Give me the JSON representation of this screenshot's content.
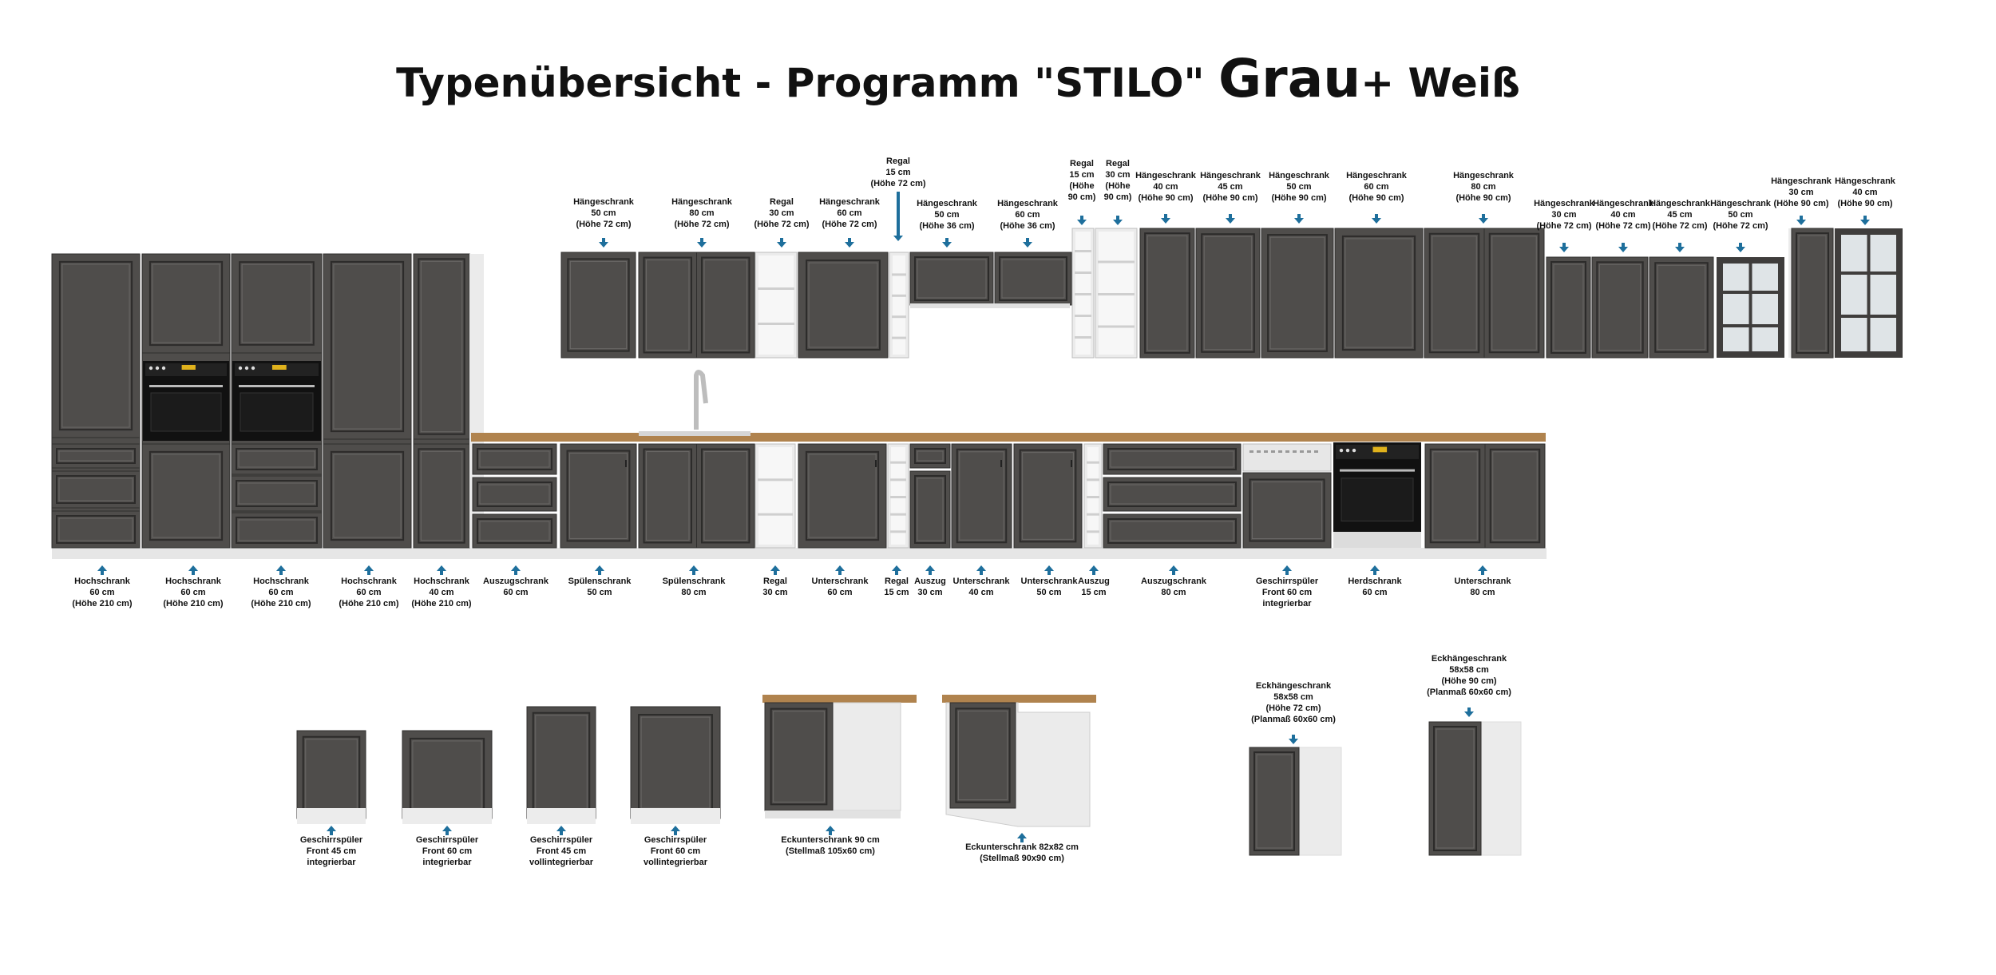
{
  "title": {
    "main": "Typenübersicht - Programm \"STILO\"",
    "accent": "Grau",
    "tail": "+ Weiß"
  },
  "colors": {
    "cabinet": "#4f4d4b",
    "carcass": "#ebebeb",
    "worktop": "#b0834e",
    "arrow": "#1e6f9c",
    "glass": "#dfe4e7",
    "text": "#111111"
  },
  "groups": {
    "tall": {
      "labels": [
        [
          "Hochschrank",
          "60 cm",
          "(Höhe 210 cm)"
        ],
        [
          "Hochschrank",
          "60 cm",
          "(Höhe 210 cm)"
        ],
        [
          "Hochschrank",
          "60 cm",
          "(Höhe 210 cm)"
        ],
        [
          "Hochschrank",
          "60 cm",
          "(Höhe 210 cm)"
        ],
        [
          "Hochschrank",
          "40 cm",
          "(Höhe 210 cm)"
        ]
      ]
    },
    "base": {
      "labels": [
        [
          "Auszugschrank",
          "60 cm"
        ],
        [
          "Spülenschrank",
          "50 cm"
        ],
        [
          "Spülenschrank",
          "80 cm"
        ],
        [
          "Regal",
          "30 cm"
        ],
        [
          "Unterschrank",
          "60 cm"
        ],
        [
          "Regal",
          "15 cm"
        ],
        [
          "Auszug",
          "30 cm"
        ],
        [
          "Unterschrank",
          "40 cm"
        ],
        [
          "Unterschrank",
          "50 cm"
        ],
        [
          "Auszug",
          "15 cm"
        ],
        [
          "Auszugschrank",
          "80 cm"
        ],
        [
          "Geschirrspüler",
          "Front 60 cm",
          "integrierbar"
        ],
        [
          "Herdschrank",
          "60 cm"
        ],
        [
          "Unterschrank",
          "80 cm"
        ]
      ]
    },
    "wall": {
      "labels": [
        [
          "Hängeschrank",
          "50 cm",
          "(Höhe 72 cm)"
        ],
        [
          "Hängeschrank",
          "80 cm",
          "(Höhe 72 cm)"
        ],
        [
          "Regal",
          "30 cm",
          "(Höhe 72 cm)"
        ],
        [
          "Hängeschrank",
          "60 cm",
          "(Höhe 72 cm)"
        ],
        [
          "Regal",
          "15 cm",
          "(Höhe 72 cm)"
        ],
        [
          "Hängeschrank",
          "50 cm",
          "(Höhe 36 cm)"
        ],
        [
          "Hängeschrank",
          "60 cm",
          "(Höhe 36 cm)"
        ],
        [
          "Regal",
          "15 cm",
          "(Höhe",
          "90 cm)"
        ],
        [
          "Regal",
          "30 cm",
          "(Höhe",
          "90 cm)"
        ],
        [
          "Hängeschrank",
          "40 cm",
          "(Höhe 90 cm)"
        ],
        [
          "Hängeschrank",
          "45 cm",
          "(Höhe 90 cm)"
        ],
        [
          "Hängeschrank",
          "50 cm",
          "(Höhe 90 cm)"
        ],
        [
          "Hängeschrank",
          "60 cm",
          "(Höhe 90 cm)"
        ],
        [
          "Hängeschrank",
          "80 cm",
          "(Höhe 90 cm)"
        ],
        [
          "Hängeschrank",
          "30 cm",
          "(Höhe 72 cm)"
        ],
        [
          "Hängeschrank",
          "40 cm",
          "(Höhe 72 cm)"
        ],
        [
          "Hängeschrank",
          "45 cm",
          "(Höhe 72 cm)"
        ],
        [
          "Hängeschrank",
          "50 cm",
          "(Höhe 72 cm)"
        ],
        [
          "Hängeschrank",
          "30 cm",
          "(Höhe 90 cm)"
        ],
        [
          "Hängeschrank",
          "40 cm",
          "(Höhe 90 cm)"
        ]
      ]
    },
    "extras": {
      "labels": [
        [
          "Geschirrspüler",
          "Front 45 cm",
          "integrierbar"
        ],
        [
          "Geschirrspüler",
          "Front 60 cm",
          "integrierbar"
        ],
        [
          "Geschirrspüler",
          "Front 45 cm",
          "vollintegrierbar"
        ],
        [
          "Geschirrspüler",
          "Front 60 cm",
          "vollintegrierbar"
        ],
        [
          "Eckunterschrank 90 cm",
          "(Stellmaß 105x60 cm)"
        ],
        [
          "Eckunterschrank 82x82 cm",
          "(Stellmaß 90x90 cm)"
        ],
        [
          "Eckhängeschrank",
          "58x58 cm",
          "(Höhe 72 cm)",
          "(Planmaß 60x60 cm)"
        ],
        [
          "Eckhängeschrank",
          "58x58 cm",
          "(Höhe 90 cm)",
          "(Planmaß 60x60 cm)"
        ]
      ]
    }
  }
}
